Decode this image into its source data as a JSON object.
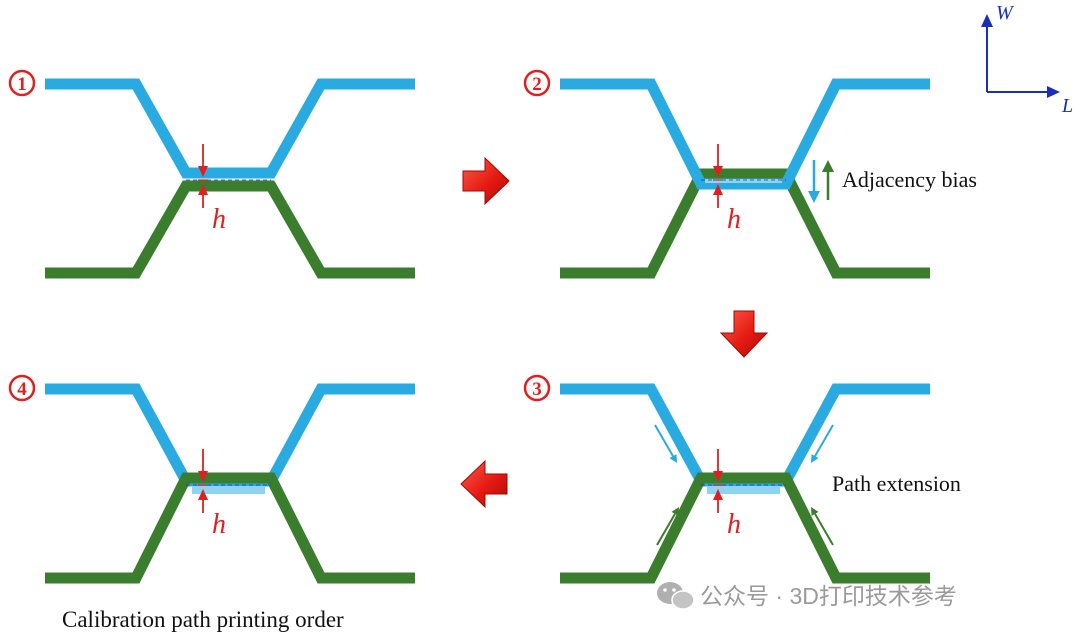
{
  "colors": {
    "blue_path": "#29ABE2",
    "green_path": "#3A7D2C",
    "red_accent": "#E02020",
    "axis_blue": "#1A2FB8",
    "gray_text": "#9A9A9A"
  },
  "axes": {
    "w_label": "W",
    "l_label": "L"
  },
  "panels": [
    {
      "number": "1",
      "h_label": "h",
      "overlap": "gap",
      "annotation": ""
    },
    {
      "number": "2",
      "h_label": "h",
      "overlap": "bias",
      "annotation": "Adjacency bias"
    },
    {
      "number": "3",
      "h_label": "h",
      "overlap": "extension",
      "annotation": "Path extension"
    },
    {
      "number": "4",
      "h_label": "h",
      "overlap": "merged",
      "annotation": ""
    }
  ],
  "caption": "Calibration path printing order",
  "watermark": {
    "icon": "wechat-icon",
    "text": "公众号 · 3D打印技术参考"
  },
  "flow_arrows": [
    "right",
    "down",
    "left"
  ]
}
